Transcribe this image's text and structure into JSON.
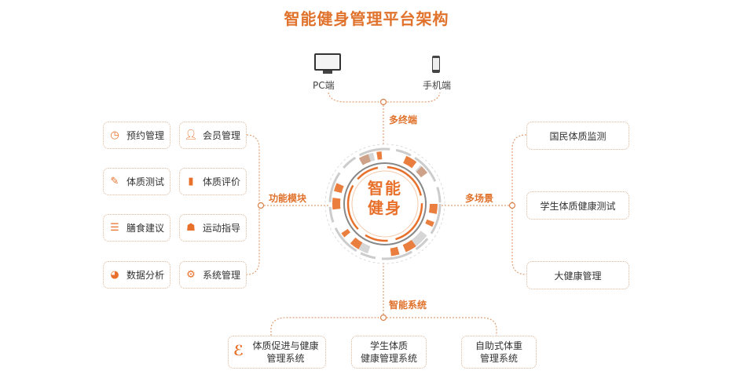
{
  "title": "智能健身管理平台架构",
  "center": {
    "line1": "智能",
    "line2": "健身"
  },
  "terminals": {
    "label": "多终端",
    "pc": "PC端",
    "mobile": "手机端"
  },
  "modules": {
    "label": "功能模块",
    "items": [
      {
        "label": "预约管理",
        "icon": "clock-icon"
      },
      {
        "label": "会员管理",
        "icon": "user-icon"
      },
      {
        "label": "体质测试",
        "icon": "edit-icon"
      },
      {
        "label": "体质评价",
        "icon": "bar-chart-icon"
      },
      {
        "label": "膳食建议",
        "icon": "list-icon"
      },
      {
        "label": "运动指导",
        "icon": "coach-icon"
      },
      {
        "label": "数据分析",
        "icon": "pie-chart-icon"
      },
      {
        "label": "系统管理",
        "icon": "gear-icon"
      }
    ]
  },
  "scenarios": {
    "label": "多场景",
    "items": [
      "国民体质监测",
      "学生体质健康测试",
      "大健康管理"
    ]
  },
  "systems": {
    "label": "智能系统",
    "items": [
      {
        "line1": "体质促进与健康",
        "line2": "管理系统"
      },
      {
        "line1": "学生体质",
        "line2": "健康管理系统"
      },
      {
        "line1": "自助式体重",
        "line2": "管理系统"
      }
    ]
  },
  "colors": {
    "accent": "#e8702a",
    "gray": "#9a9a9a"
  }
}
